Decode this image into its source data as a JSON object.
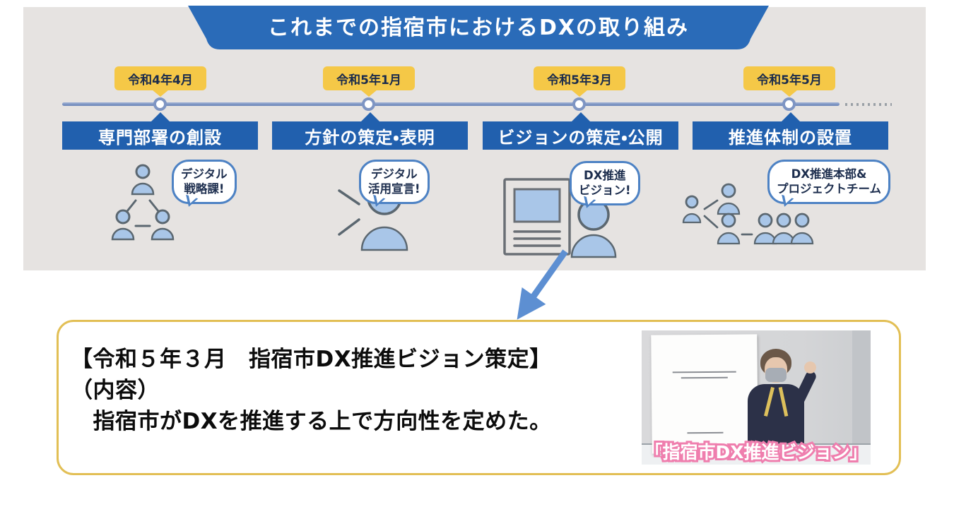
{
  "colors": {
    "primary_blue": "#2A6BB8",
    "bar_blue": "#2160AE",
    "flag_yellow": "#F5C847",
    "line_blue": "#7E95C3",
    "bubble_border": "#4D82C4",
    "icon_fill": "#A9C6E8",
    "icon_stroke": "#5B6770",
    "panel_gray": "#E6E3E1",
    "box_border": "#E2BF55",
    "arrow_blue": "#5D8FD2",
    "caption_pink": "#EF7FAE",
    "dark_text": "#1D2E4E",
    "dotted_gray": "#9AA0A6"
  },
  "title": "これまでの指宿市におけるDXの取り組み",
  "timeline": {
    "milestones": [
      {
        "date": "令和4年4月",
        "label": "専門部署の創設",
        "bubble_line1": "デジタル",
        "bubble_line2": "戦略課!",
        "icon": "org-triangle-icon"
      },
      {
        "date": "令和5年1月",
        "label": "方針の策定・表明",
        "bubble_line1": "デジタル",
        "bubble_line2": "活用宣言!",
        "icon": "announcing-person-icon"
      },
      {
        "date": "令和5年3月",
        "label": "ビジョンの策定・公開",
        "bubble_line1": "DX推進",
        "bubble_line2": "ビジョン!",
        "icon": "document-person-icon"
      },
      {
        "date": "令和5年5月",
        "label": "推進体制の設置",
        "bubble_line1": "DX推進本部&",
        "bubble_line2": "プロジェクトチーム",
        "icon": "org-chart-icon"
      }
    ]
  },
  "detail_box": {
    "heading": "【令和５年３月　指宿市DX推進ビジョン策定】",
    "subheading": "（内容）",
    "body": "　指宿市がDXを推進する上で方向性を定めた。",
    "photo_caption": "「指宿市DX推進ビジョン」"
  }
}
